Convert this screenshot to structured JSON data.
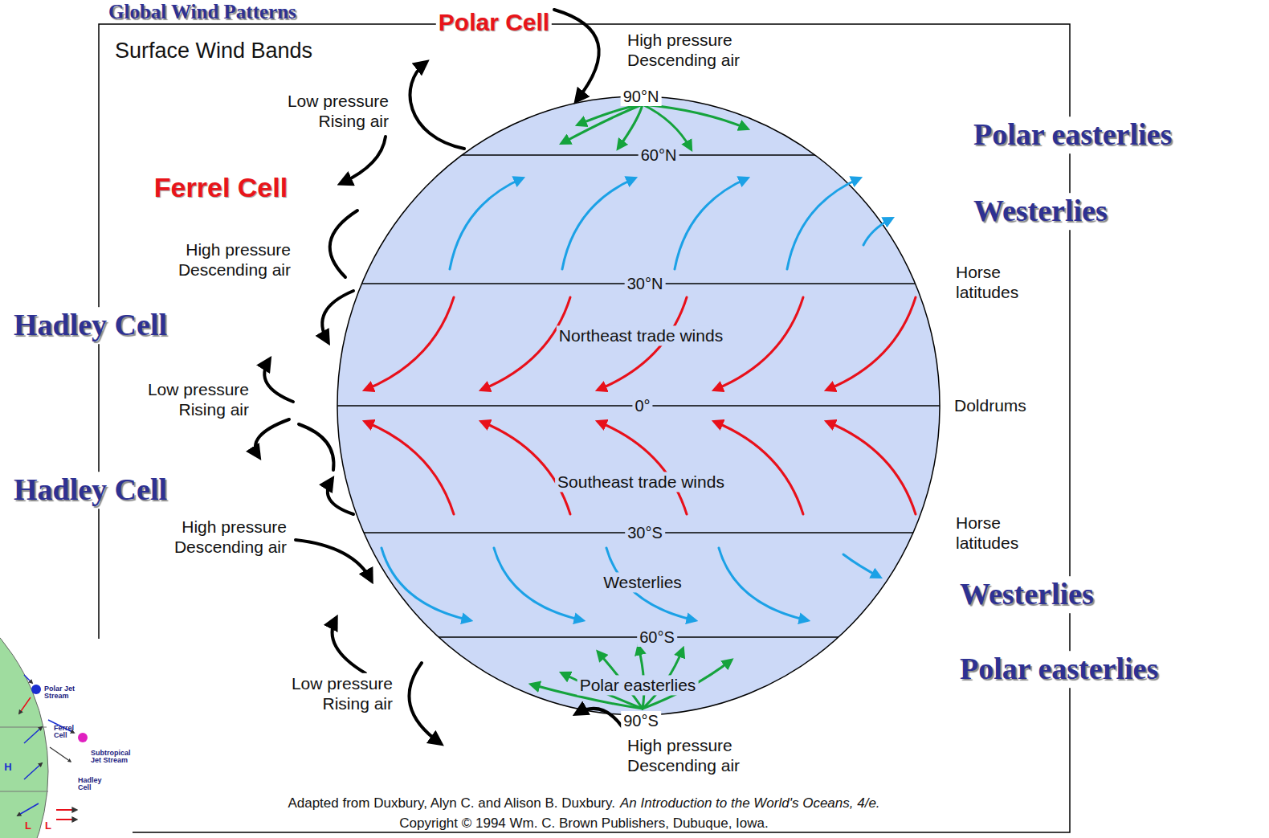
{
  "diagram": {
    "title": "Global Wind Patterns",
    "labels": [
      "Surface Wind Bands",
      "Polar Cell",
      "High pressure Descending air",
      "90°N",
      "Low pressure Rising air",
      "Ferrel Cell",
      "High pressure Descending air",
      "Hadley Cell",
      "Low pressure Rising air",
      "Hadley Cell",
      "High pressure Descending air",
      "Low pressure Rising air",
      "High pressure Descending air",
      "90°S",
      "60°N",
      "30°N",
      "Northeast trade winds",
      "0°",
      "Southeast trade winds",
      "30°S",
      "Westerlies",
      "60°S",
      "Polar easterlies",
      "Polar easterlies",
      "Westerlies",
      "Horse latitudes",
      "Doldrums",
      "Horse latitudes",
      "Westerlies",
      "Polar easterlies",
      "Adapted from Duxbury, Alyn C. and Alison B. Duxbury.",
      "An Introduction to the World's Oceans, 4/e.",
      "Copyright © 1994 Wm. C. Brown Publishers, Dubuque, Iowa.",
      "Polar Jet Stream",
      "Ferrel Cell",
      "Subtropical Jet Stream",
      "Hadley Cell",
      "H",
      "L",
      "L"
    ]
  }
}
